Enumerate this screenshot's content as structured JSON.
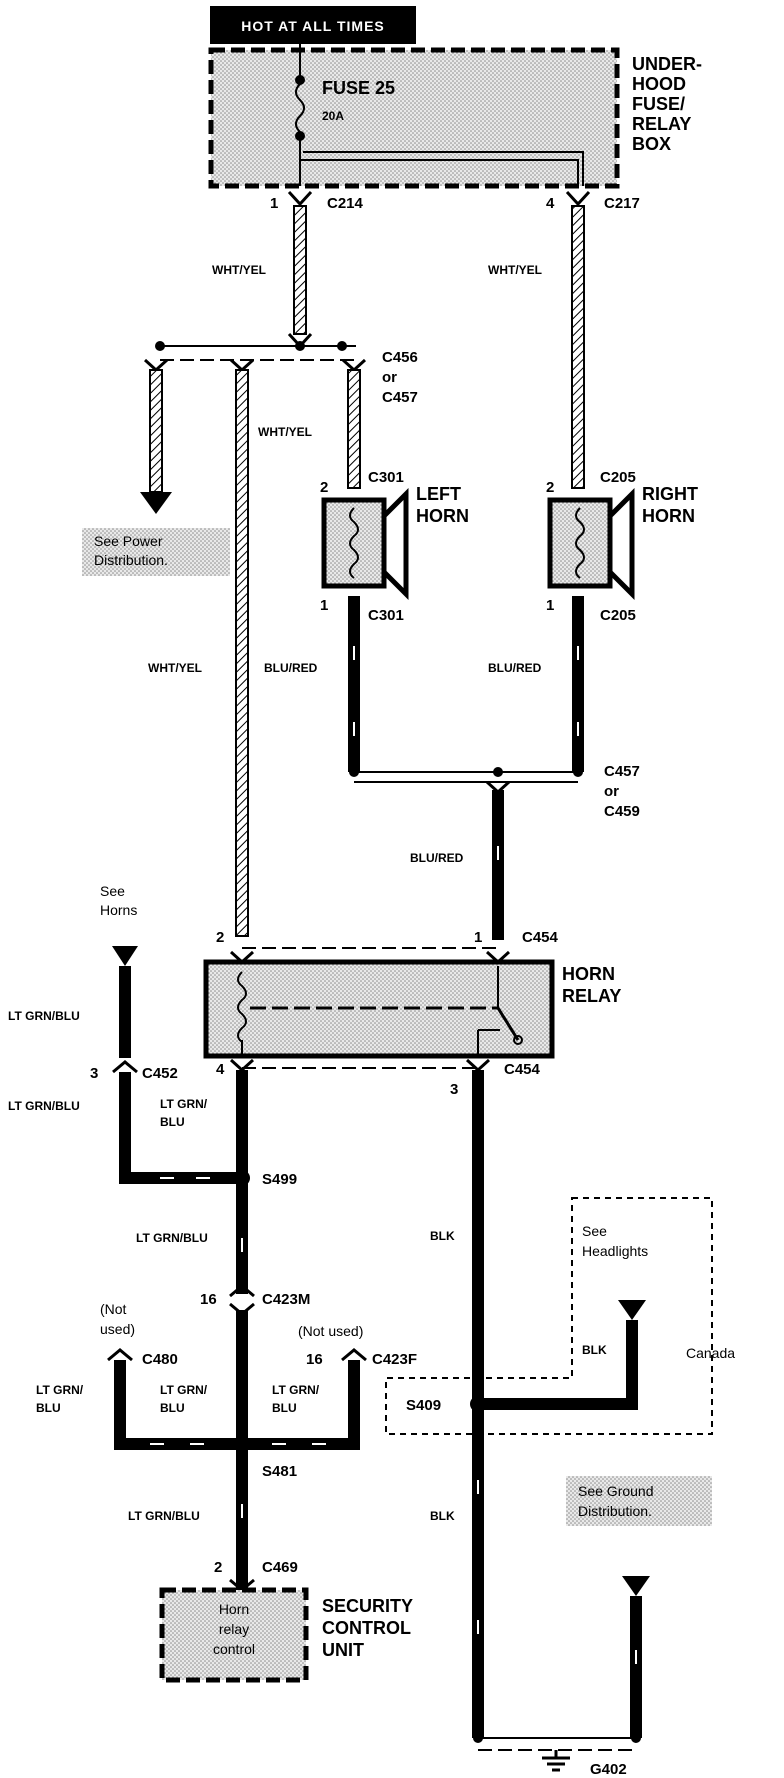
{
  "header": {
    "hot_label": "HOT AT ALL TIMES"
  },
  "fuse_box": {
    "name": "UNDER-\nHOOD\nFUSE/\nRELAY\nBOX",
    "fuse_label": "FUSE  25",
    "fuse_rating": "20A"
  },
  "connectors": {
    "c214": "C214",
    "c217": "C217",
    "c456": "C456\nor\nC457",
    "c301_top": "C301",
    "c301_bot": "C301",
    "c205_top": "C205",
    "c205_bot": "C205",
    "c457_459": "C457\nor\nC459",
    "c454_top": "C454",
    "c454_bot": "C454",
    "c452": "C452",
    "c423m": "C423M",
    "c480": "C480",
    "c423f": "C423F",
    "c469": "C469"
  },
  "pins": {
    "p_c214": "1",
    "p_c217": "4",
    "p_c301_top": "2",
    "p_c301_bot": "1",
    "p_c205_top": "2",
    "p_c205_bot": "1",
    "p_relay_2": "2",
    "p_relay_1": "1",
    "p_relay_4": "4",
    "p_relay_3": "3",
    "p_c452": "3",
    "p_c423m": "16",
    "p_c423f": "16",
    "p_c469": "2"
  },
  "wires": {
    "wht_yel_1": "WHT/YEL",
    "wht_yel_2": "WHT/YEL",
    "wht_yel_3": "WHT/YEL",
    "wht_yel_4": "WHT/YEL",
    "blu_red_1": "BLU/RED",
    "blu_red_2": "BLU/RED",
    "blu_red_3": "BLU/RED",
    "ltgrn_1": "LT GRN/BLU",
    "ltgrn_2": "LT GRN/BLU",
    "ltgrn_3": "LT GRN/\nBLU",
    "ltgrn_4": "LT GRN/BLU",
    "ltgrn_5": "LT GRN/\nBLU",
    "ltgrn_6": "LT GRN/\nBLU",
    "ltgrn_7": "LT GRN/\nBLU",
    "ltgrn_8": "LT GRN/BLU",
    "blk_1": "BLK",
    "blk_2": "BLK",
    "blk_3": "BLK"
  },
  "components": {
    "left_horn": "LEFT\nHORN",
    "right_horn": "RIGHT\nHORN",
    "horn_relay": "HORN\nRELAY",
    "security_unit": "SECURITY\nCONTROL\nUNIT",
    "horn_relay_control": "Horn\nrelay\ncontrol"
  },
  "splices": {
    "s499": "S499",
    "s481": "S481",
    "s409": "S409"
  },
  "grounds": {
    "g402": "G402"
  },
  "references": {
    "see_power": "See Power\nDistribution.",
    "see_horns": "See\nHorns",
    "see_headlights": "See\nHeadlights",
    "see_ground": "See Ground\nDistribution.",
    "canada": "Canada",
    "not_used_1": "(Not\nused)",
    "not_used_2": "(Not used)"
  }
}
